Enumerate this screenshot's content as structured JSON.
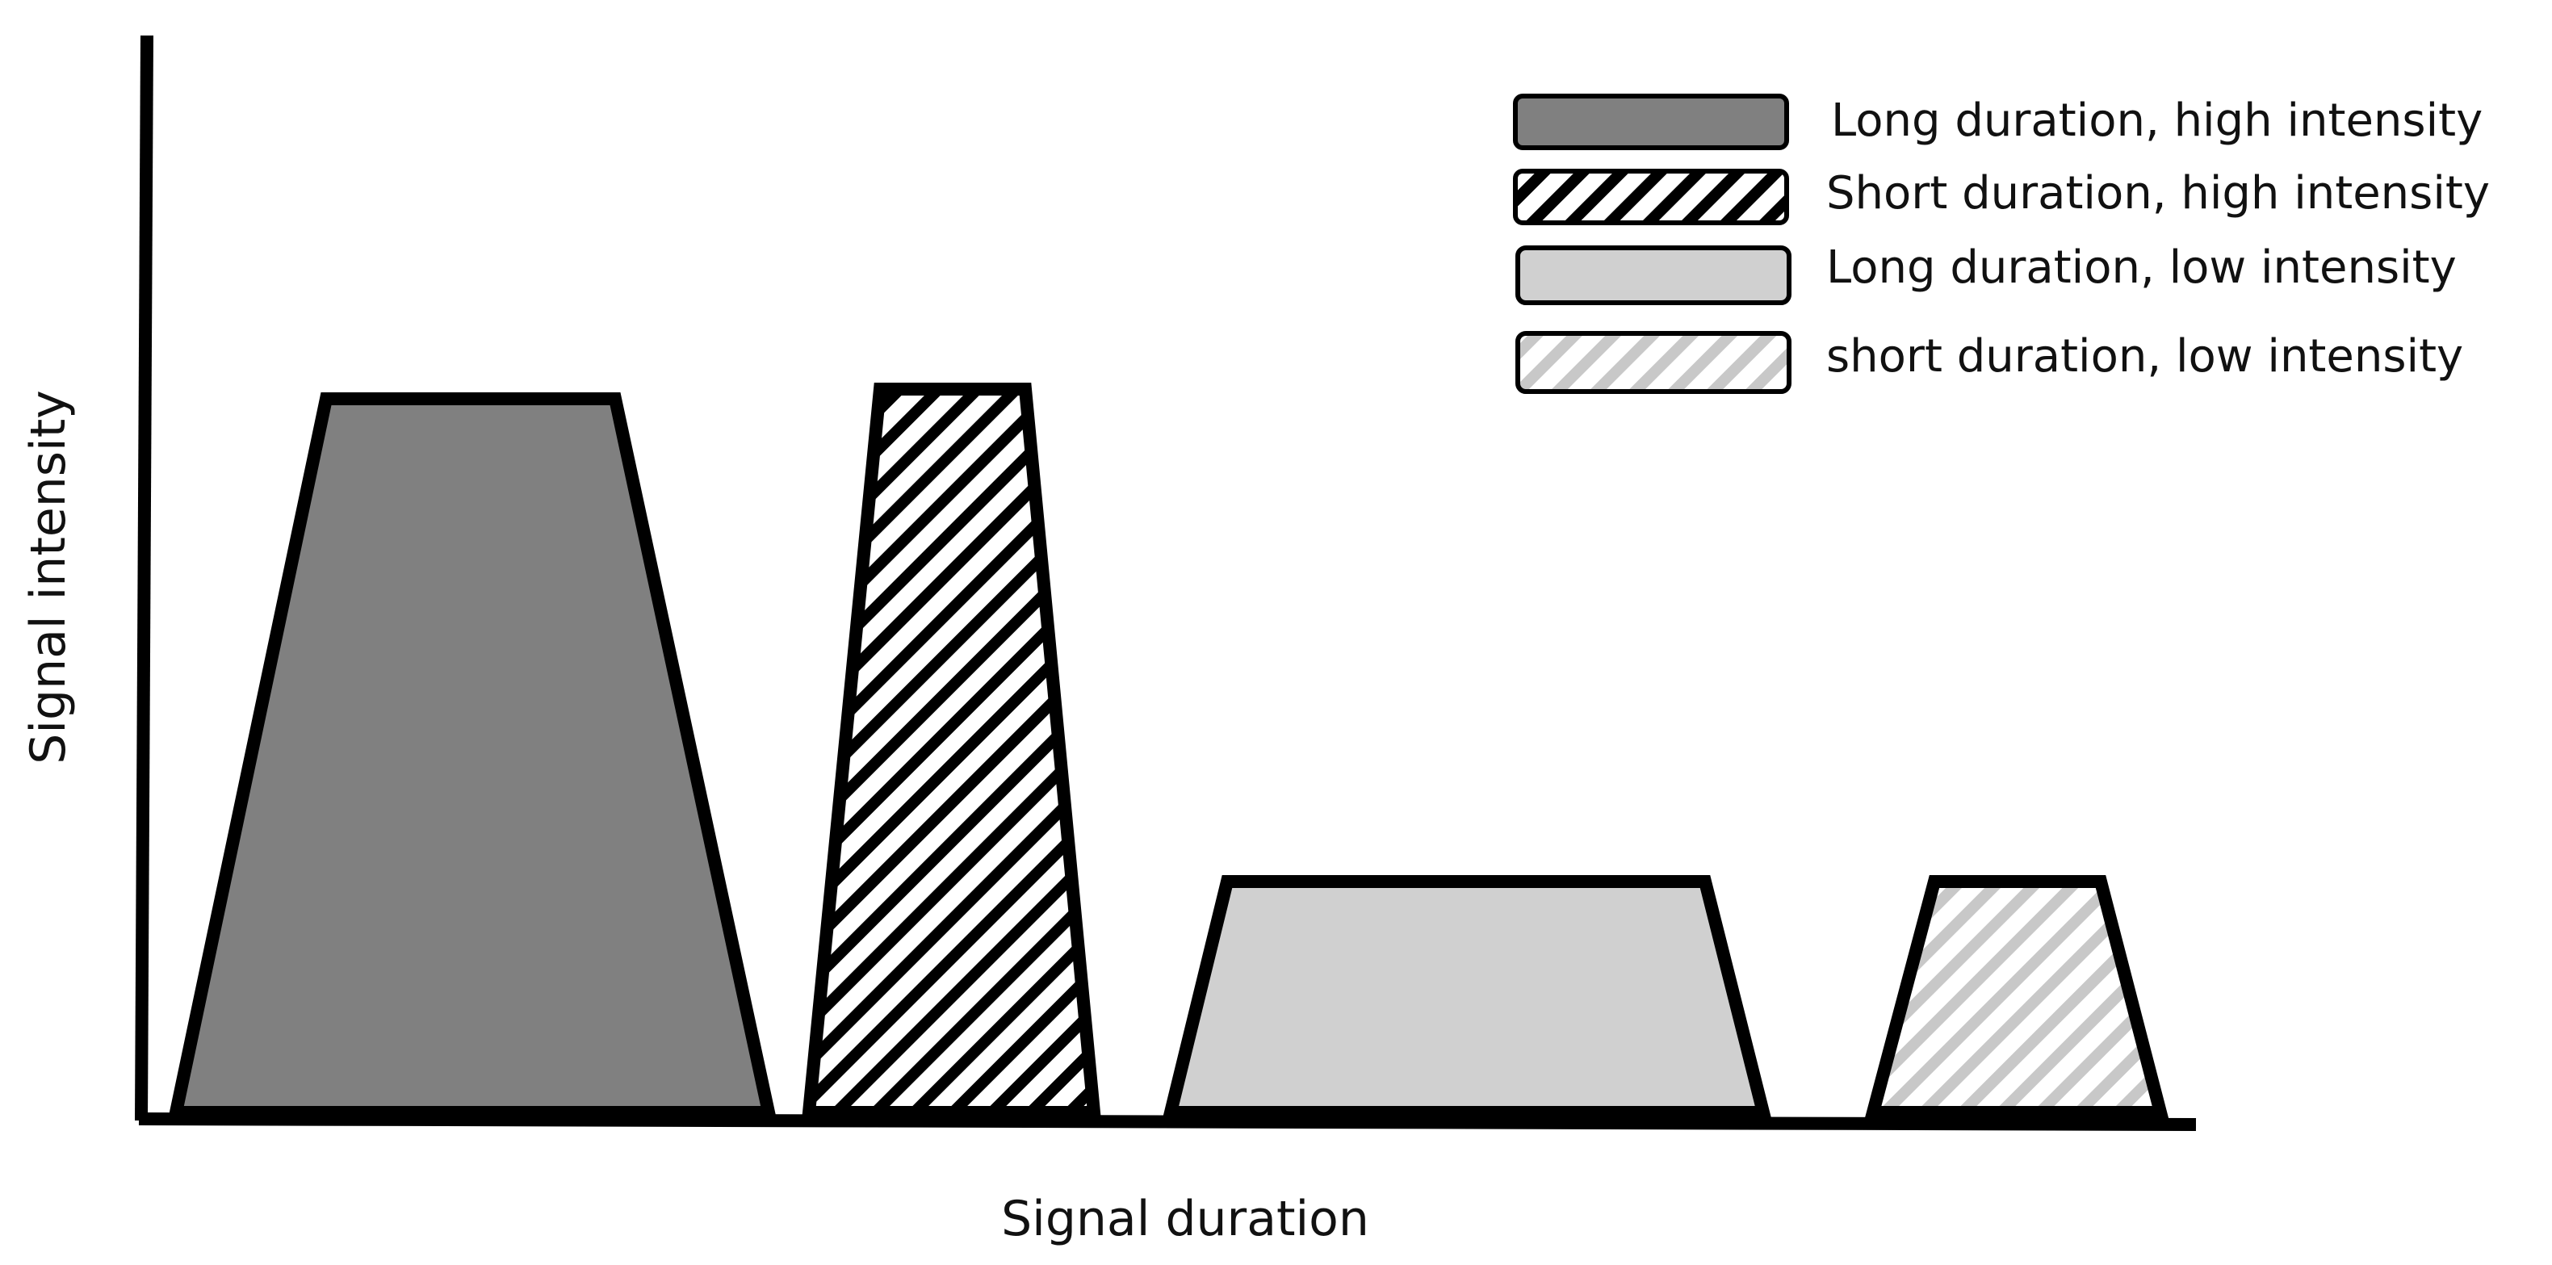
{
  "diagram": {
    "xlabel": "Signal duration",
    "ylabel": "Signal intensity",
    "legend": [
      {
        "label": "Long duration, high intensity",
        "fill": "#808080",
        "pattern": "solid"
      },
      {
        "label": "Short duration, high intensity",
        "fill": "#000000",
        "pattern": "hatch-dark"
      },
      {
        "label": "Long duration, low intensity",
        "fill": "#d0d0d0",
        "pattern": "solid"
      },
      {
        "label": "short duration, low intensity",
        "fill": "#c8c8c8",
        "pattern": "hatch-light"
      }
    ]
  }
}
